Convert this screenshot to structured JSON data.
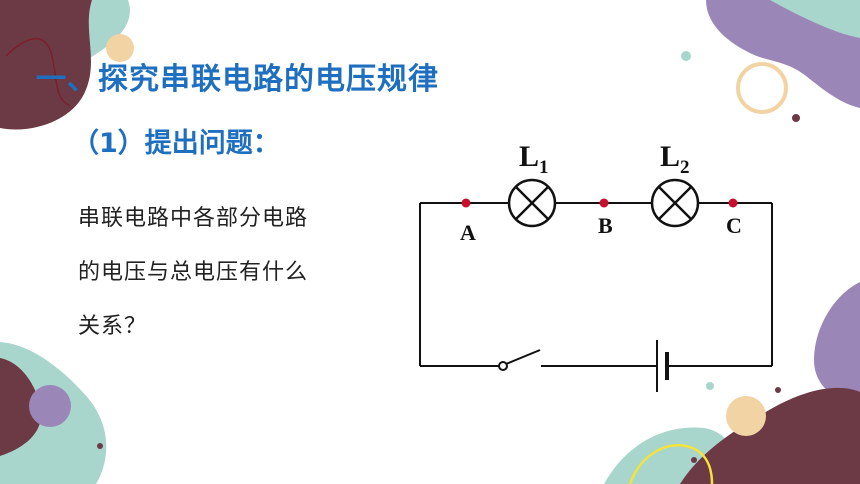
{
  "slide": {
    "title": "一、探究串联电路的电压规律",
    "subtitle": "（1）提出问题：",
    "question": "串联电路中各部分电路\n的电压与总电压有什么\n关系？"
  },
  "circuit": {
    "lamp_labels": [
      {
        "letter": "L",
        "sub": "1"
      },
      {
        "letter": "L",
        "sub": "2"
      }
    ],
    "point_labels": [
      "A",
      "B",
      "C"
    ]
  },
  "colors": {
    "title": "#1f6fc0",
    "question_text": "#222222",
    "wire": "#111111",
    "junction_dot": "#c8102e",
    "blob_purple": "#9b86b8",
    "blob_maroon": "#6b3a44",
    "blob_mint": "#a9d6cc",
    "blob_peach": "#f2d3a4",
    "accent_yellow": "#f5e23a"
  }
}
